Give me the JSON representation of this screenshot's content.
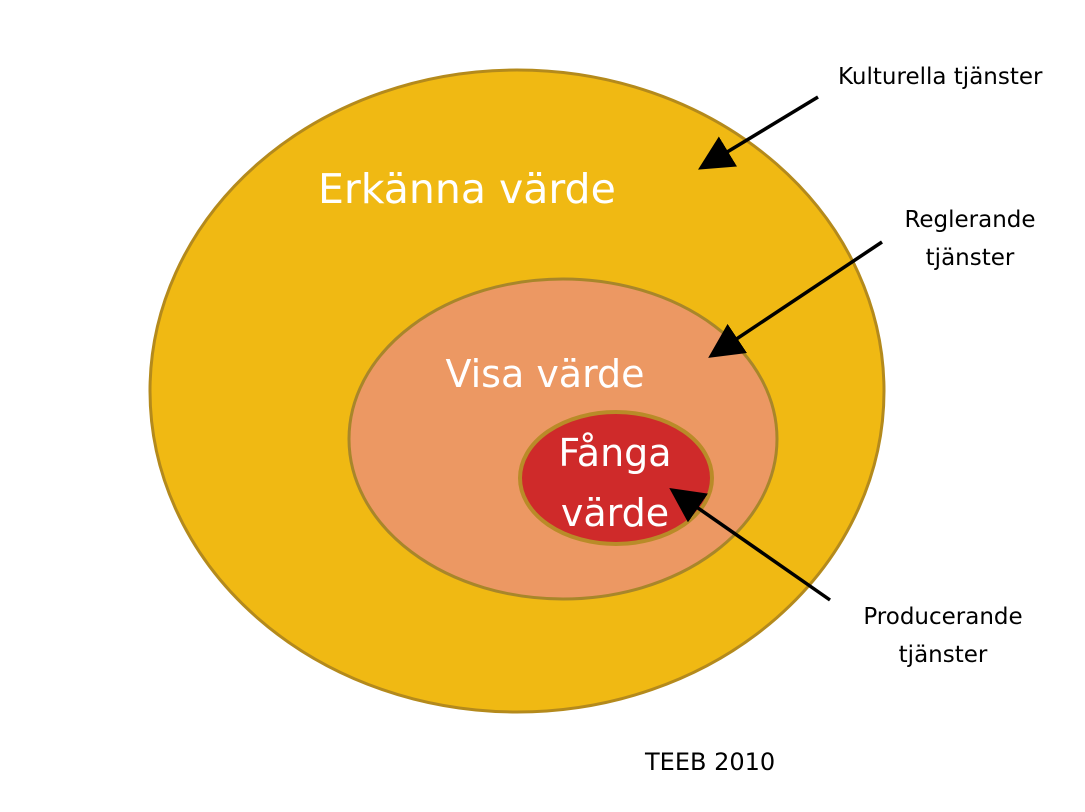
{
  "colors": {
    "outer_fill": "#F0B913",
    "outer_stroke": "#B48A1C",
    "middle_fill": "#EC9863",
    "middle_stroke": "#A8862A",
    "inner_fill": "#CF2A2A",
    "inner_stroke": "#B98B28",
    "label_text": "#FFFFFF",
    "arrow": "#000000"
  },
  "rings": {
    "outer_label": "Erkänna värde",
    "middle_label": "Visa värde",
    "inner_label_line1": "Fånga",
    "inner_label_line2": "värde"
  },
  "callouts": {
    "cultural": "Kulturella tjänster",
    "regulating_line1": "Reglerande",
    "regulating_line2": "tjänster",
    "producing_line1": "Producerande",
    "producing_line2": "tjänster"
  },
  "source": "TEEB 2010"
}
